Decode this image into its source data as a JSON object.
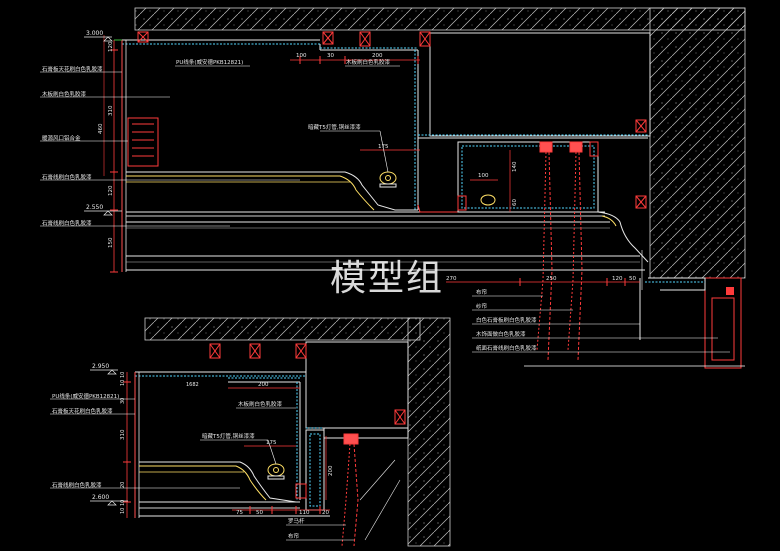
{
  "watermark": "模型组",
  "top_section": {
    "elevations": [
      "3.000",
      "2.550"
    ],
    "left_labels": [
      "石膏板天花刷白色乳胶漆",
      "木板刷白色乳胶漆",
      "暖源风口铝合金",
      "石膏线刷白色乳胶漆",
      "石膏线刷白色乳胶漆"
    ],
    "inner_labels": [
      "PU线条(威安德PKB12821)",
      "木板刷白色乳胶漆",
      "暗藏T5灯管,铜丝漆漆"
    ],
    "dims_vertical": [
      "120",
      "310",
      "460",
      "120",
      "150"
    ],
    "dims_top": [
      "100",
      "30",
      "200"
    ],
    "dims_inner": [
      "175",
      "100",
      "140",
      "60"
    ],
    "dims_bottom": [
      "270",
      "250",
      "120",
      "50"
    ]
  },
  "bottom_section": {
    "elevations": [
      "2.950",
      "2.600"
    ],
    "left_labels": [
      "PU线条(威安德PKB12821)",
      "石膏板天花刷白色乳胶漆",
      "石膏线刷白色乳胶漆"
    ],
    "inner_labels": [
      "木板刷白色乳胶漆",
      "暗藏T5灯管,铜丝漆漆"
    ],
    "dims_vertical": [
      "10 10",
      "30",
      "310",
      "20",
      "10 10"
    ],
    "dims_top": [
      "200",
      "1682"
    ],
    "dims_inner": [
      "175",
      "200"
    ],
    "dims_bottom": [
      "75",
      "50",
      "110",
      "20"
    ],
    "bottom_labels": [
      "罗马杆",
      "布帘"
    ]
  },
  "right_legend": [
    "布帘",
    "纱帘",
    "白色石膏板刷白色乳胶漆",
    "木饰面做白色乳胶漆",
    "纸面石膏线刷白色乳胶漆"
  ]
}
